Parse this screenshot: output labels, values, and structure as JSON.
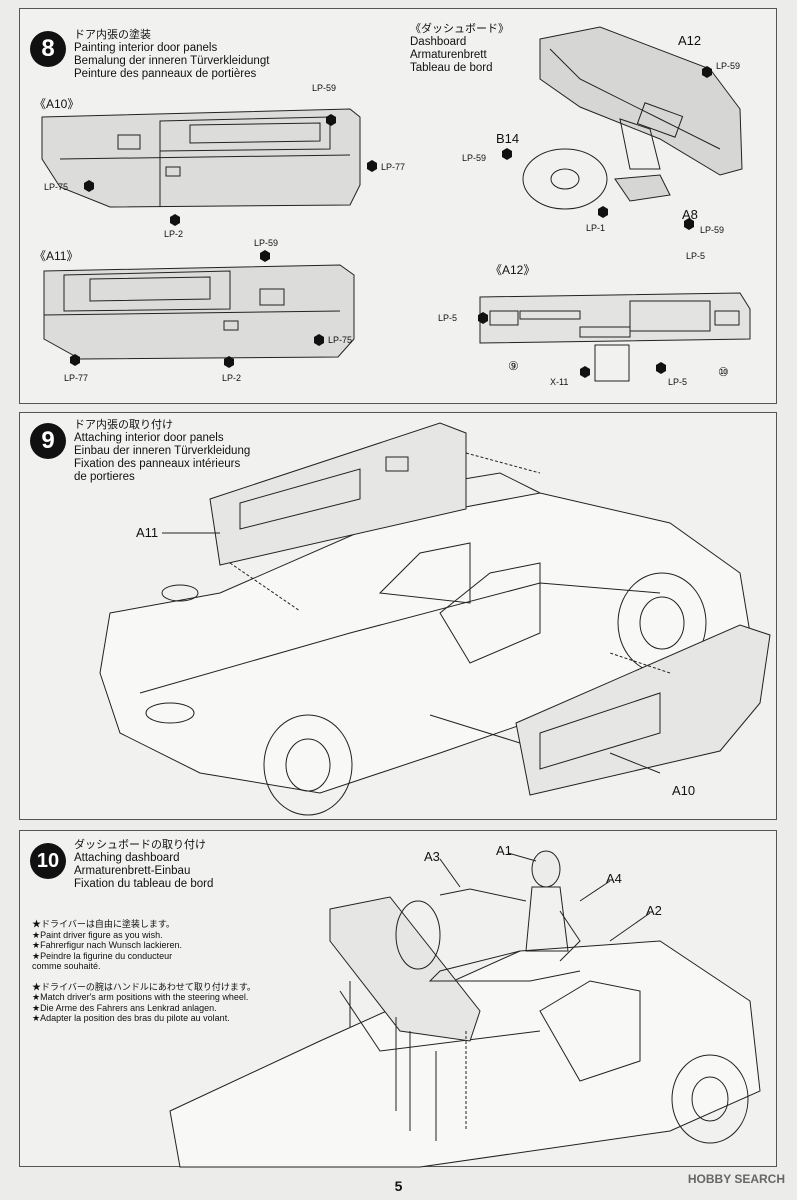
{
  "page_number": "5",
  "watermark": "HOBBY SEARCH",
  "step8": {
    "number": "8",
    "title_lines": [
      "ドア内張の塗装",
      "Painting interior door panels",
      "Bemalung der inneren Türverkleidungt",
      "Peinture des panneaux de portières"
    ],
    "dash_title_lines": [
      "《ダッシュボード》",
      "Dashboard",
      "Armaturenbrett",
      "Tableau de bord"
    ],
    "sub_a10": "《A10》",
    "sub_a11": "《A11》",
    "sub_a12": "《A12》",
    "labels": {
      "a10_lp59": "LP-59",
      "a10_lp77": "LP-77",
      "a10_lp75": "LP-75",
      "a10_lp2": "LP-2",
      "a11_lp59": "LP-59",
      "a11_lp75": "LP-75",
      "a11_lp77": "LP-77",
      "a11_lp2": "LP-2",
      "a12": "A12",
      "a12_lp59": "LP-59",
      "b14": "B14",
      "b14_lp59": "LP-59",
      "a8": "A8",
      "a8_lp59": "LP-59",
      "lp1": "LP-1",
      "a12v_lp5_top": "LP-5",
      "a12v_lp5_left": "LP-5",
      "a12v_lp5_bottom": "LP-5",
      "x11": "X-11",
      "ref9": "⑨",
      "ref10": "⑩"
    }
  },
  "step9": {
    "number": "9",
    "title_lines": [
      "ドア内張の取り付け",
      "Attaching interior door panels",
      "Einbau der inneren Türverkleidung",
      "Fixation des panneaux intérieurs",
      "de portieres"
    ],
    "label_a11": "A11",
    "label_a10": "A10"
  },
  "step10": {
    "number": "10",
    "title_lines": [
      "ダッシュボードの取り付け",
      "Attaching dashboard",
      "Armaturenbrett-Einbau",
      "Fixation du tableau de bord"
    ],
    "notes": [
      "★ドライバーは自由に塗装します。",
      "★Paint driver figure as you wish.",
      "★Fahrerfigur nach Wunsch lackieren.",
      "★Peindre la figurine du conducteur",
      "comme souhaité.",
      "",
      "★ドライバーの腕はハンドルにあわせて取り付けます。",
      "★Match driver's arm positions with the steering wheel.",
      "★Die Arme des Fahrers ans Lenkrad anlagen.",
      "★Adapter la position des bras du pilote au volant."
    ],
    "label_a1": "A1",
    "label_a2": "A2",
    "label_a3": "A3",
    "label_a4": "A4"
  }
}
